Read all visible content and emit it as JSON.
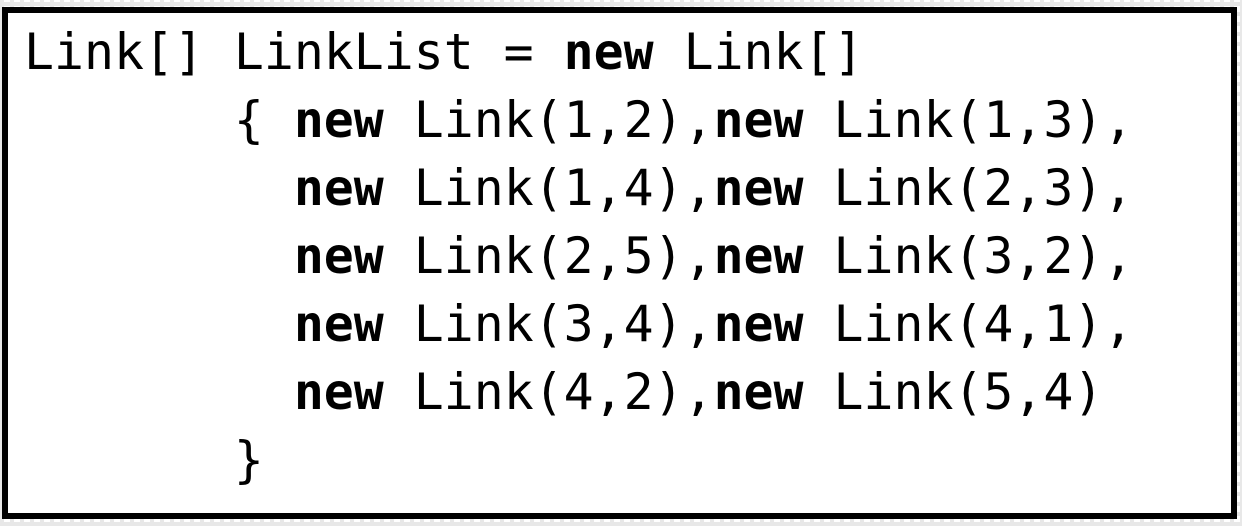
{
  "colors": {
    "page_background": "#ffffff",
    "edge_pattern": "#e8e8e8",
    "box_background": "#ffffff",
    "box_border": "#000000",
    "text": "#000000"
  },
  "code_block": {
    "lines": [
      [
        {
          "t": "Link[] LinkList = ",
          "b": false
        },
        {
          "t": "new",
          "b": true
        },
        {
          "t": " Link[]",
          "b": false
        }
      ],
      [
        {
          "t": "       { ",
          "b": false
        },
        {
          "t": "new",
          "b": true
        },
        {
          "t": " Link(1,2),",
          "b": false
        },
        {
          "t": "new",
          "b": true
        },
        {
          "t": " Link(1,3),",
          "b": false
        }
      ],
      [
        {
          "t": "         ",
          "b": false
        },
        {
          "t": "new",
          "b": true
        },
        {
          "t": " Link(1,4),",
          "b": false
        },
        {
          "t": "new",
          "b": true
        },
        {
          "t": " Link(2,3),",
          "b": false
        }
      ],
      [
        {
          "t": "         ",
          "b": false
        },
        {
          "t": "new",
          "b": true
        },
        {
          "t": " Link(2,5),",
          "b": false
        },
        {
          "t": "new",
          "b": true
        },
        {
          "t": " Link(3,2),",
          "b": false
        }
      ],
      [
        {
          "t": "         ",
          "b": false
        },
        {
          "t": "new",
          "b": true
        },
        {
          "t": " Link(3,4),",
          "b": false
        },
        {
          "t": "new",
          "b": true
        },
        {
          "t": " Link(4,1),",
          "b": false
        }
      ],
      [
        {
          "t": "         ",
          "b": false
        },
        {
          "t": "new",
          "b": true
        },
        {
          "t": " Link(4,2),",
          "b": false
        },
        {
          "t": "new",
          "b": true
        },
        {
          "t": " Link(5,4)",
          "b": false
        }
      ],
      [
        {
          "t": "       }",
          "b": false
        }
      ]
    ]
  }
}
